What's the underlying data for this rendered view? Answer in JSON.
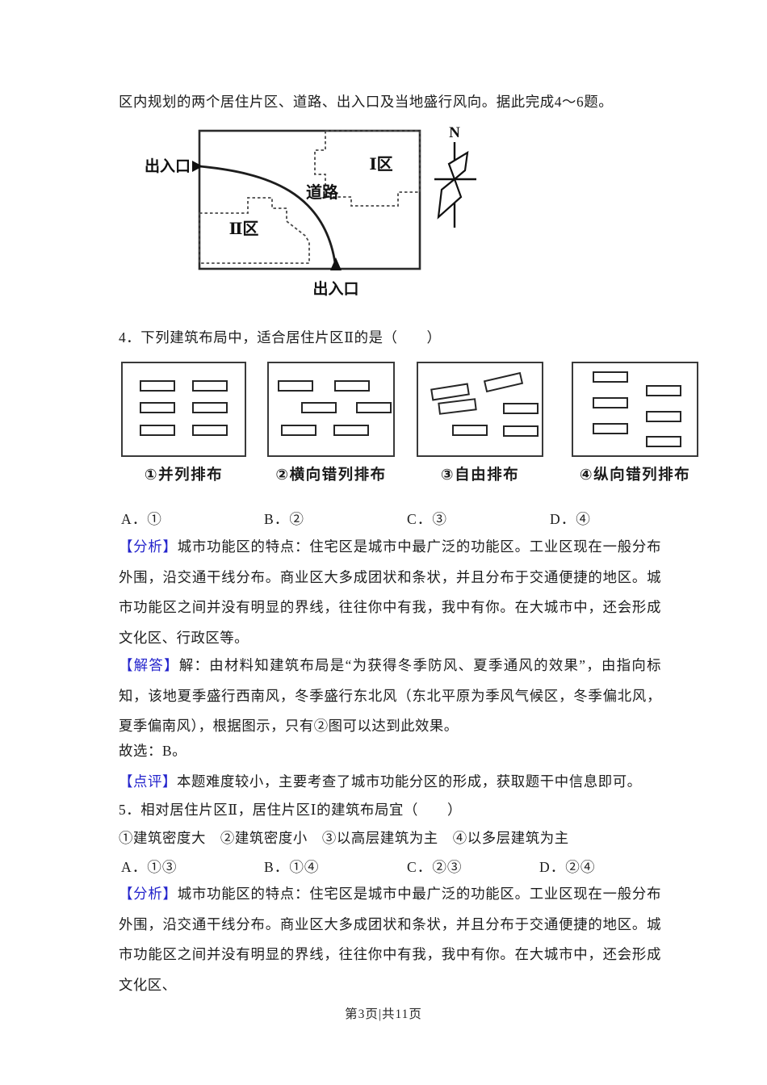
{
  "colors": {
    "label_blue": "#2424cc",
    "text_black": "#1c1c1c"
  },
  "intro": "区内规划的两个居住片区、道路、出入口及当地盛行风向。据此完成4～6题。",
  "figure": {
    "north_label": "N",
    "entrance_left": "出入口",
    "entrance_bottom": "出入口",
    "road_label": "道路",
    "zone_i_label": "Ⅰ区",
    "zone_ii_label": "Ⅱ区"
  },
  "q4": {
    "stem": "4．下列建筑布局中，适合居住片区Ⅱ的是（　　）",
    "layout_labels": [
      "①并列排布",
      "②横向错列排布",
      "③自由排布",
      "④纵向错列排布"
    ],
    "choices": [
      "A．①",
      "B．②",
      "C．③",
      "D．④"
    ],
    "analysis_label": "【分析】",
    "analysis": "城市功能区的特点：住宅区是城市中最广泛的功能区。工业区现在一般分布外围，沿交通干线分布。商业区大多成团状和条状，并且分布于交通便捷的地区。城市功能区之间并没有明显的界线，往往你中有我，我中有你。在大城市中，还会形成文化区、行政区等。",
    "answer_label": "【解答】",
    "answer": "解：由材料知建筑布局是“为获得冬季防风、夏季通风的效果”，由指向标知，该地夏季盛行西南风，冬季盛行东北风（东北平原为季风气候区，冬季偏北风，夏季偏南风），根据图示，只有②图可以达到此效果。",
    "conclusion": "故选：B。",
    "comment_label": "【点评】",
    "comment": "本题难度较小，主要考查了城市功能分区的形成，获取题干中信息即可。"
  },
  "q5": {
    "stem": "5．相对居住片区Ⅱ，居住片区Ⅰ的建筑布局宜（　　）",
    "sub_options": "①建筑密度大　②建筑密度小　③以高层建筑为主　④以多层建筑为主",
    "choices": [
      "A．①③",
      "B．①④",
      "C．②③",
      "D．②④"
    ],
    "analysis_label": "【分析】",
    "analysis": "城市功能区的特点：住宅区是城市中最广泛的功能区。工业区现在一般分布外围，沿交通干线分布。商业区大多成团状和条状，并且分布于交通便捷的地区。城市功能区之间并没有明显的界线，往往你中有我，我中有你。在大城市中，还会形成文化区、"
  },
  "footer": {
    "page_indicator": "第3页|共11页"
  }
}
